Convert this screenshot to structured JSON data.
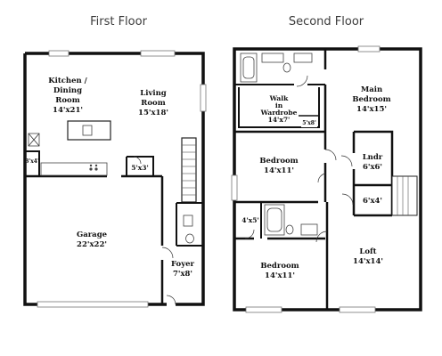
{
  "floors": {
    "first": {
      "title": "First Floor",
      "rooms": {
        "kitchen": {
          "name1": "Kitchen /",
          "name2": "Dining",
          "name3": "Room",
          "dim": "14'x21'"
        },
        "living": {
          "name1": "Living",
          "name2": "Room",
          "dim": "15'x18'"
        },
        "garage": {
          "name": "Garage",
          "dim": "22'x22'"
        },
        "foyer": {
          "name": "Foyer",
          "dim": "7'x8'"
        },
        "closet_5x3": {
          "dim": "5'x3'"
        },
        "pantry_3x4": {
          "dim": "3'x4'"
        }
      }
    },
    "second": {
      "title": "Second Floor",
      "rooms": {
        "wardrobe": {
          "name1": "Walk",
          "name2": "in",
          "name3": "Wardrobe",
          "dim": "14'x7'"
        },
        "closet_5x8": {
          "dim": "5'x8'"
        },
        "main_bedroom": {
          "name1": "Main",
          "name2": "Bedroom",
          "dim": "14'x15'"
        },
        "bedroom_top": {
          "name": "Bedroom",
          "dim": "14'x11'"
        },
        "laundry": {
          "name": "Lndr",
          "dim": "6'x6'"
        },
        "closet_6x4": {
          "dim": "6'x4'"
        },
        "closet_4x5": {
          "dim": "4'x5'"
        },
        "bedroom_bottom": {
          "name": "Bedroom",
          "dim": "14'x11'"
        },
        "loft": {
          "name": "Loft",
          "dim": "14'x14'"
        }
      }
    }
  }
}
